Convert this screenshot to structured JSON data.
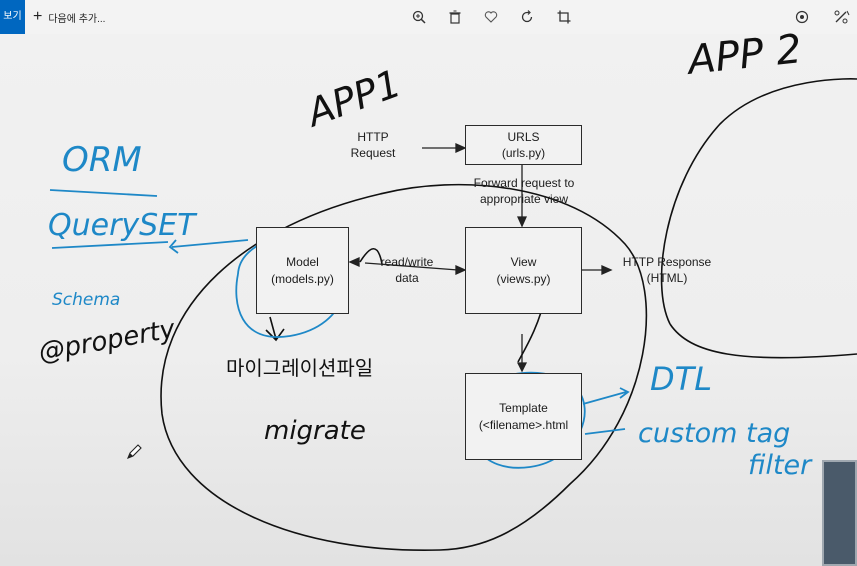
{
  "toolbar": {
    "active_label": "보기",
    "add_label": "다음에 추가...",
    "icons": [
      "zoom-icon",
      "delete-icon",
      "favorite-icon",
      "rotate-icon",
      "crop-icon",
      "edit-image-icon",
      "more-icon"
    ]
  },
  "diagram": {
    "http_request": "HTTP\nRequest",
    "urls_title": "URLS",
    "urls_file": "(urls.py)",
    "forward": "Forward request to\nappropriate view",
    "model_title": "Model",
    "model_file": "(models.py)",
    "readwrite": "read/write\ndata",
    "view_title": "View",
    "view_file": "(views.py)",
    "http_response": "HTTP Response\n(HTML)",
    "template_title": "Template",
    "template_file": "(<filename>.html"
  },
  "annotations": {
    "app1": "APP1",
    "app2": "APP 2",
    "orm": "ORM",
    "queryset": "QuerySET",
    "schema": "Schema",
    "property": "@property",
    "migration": "마이그레이션파일",
    "migrate": "migrate",
    "dtl": "DTL",
    "custom_tag": "custom tag",
    "filter": "filter"
  }
}
